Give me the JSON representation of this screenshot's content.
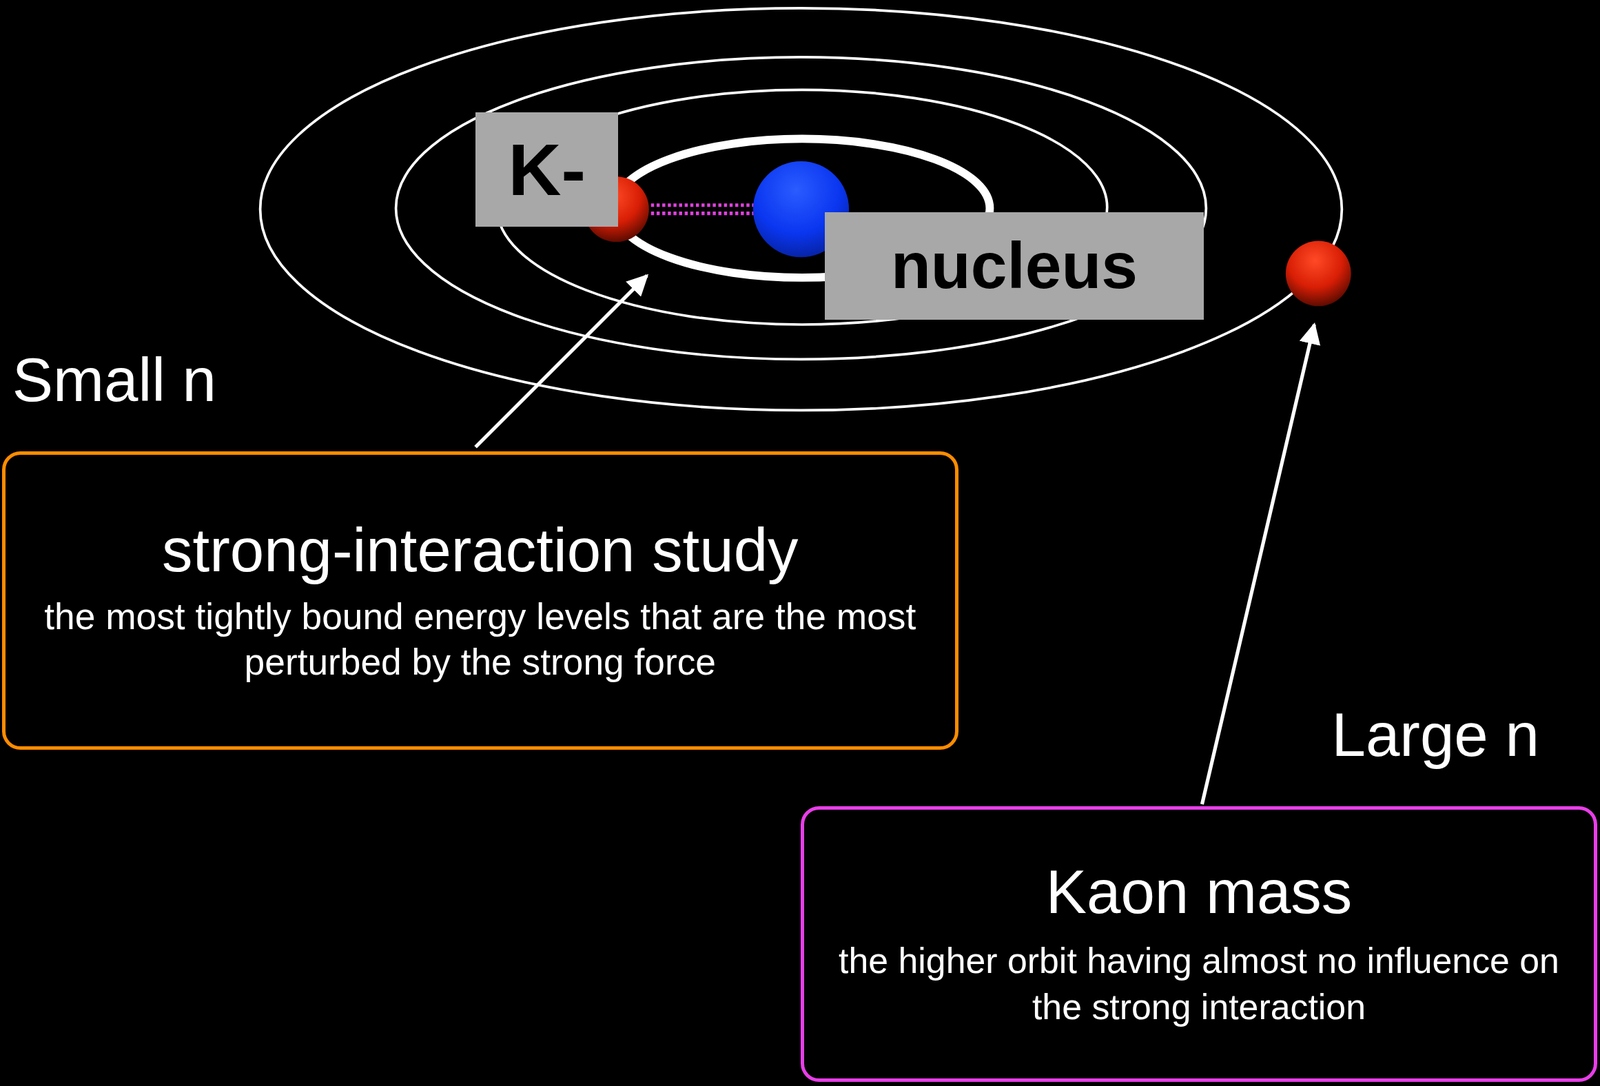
{
  "diagram": {
    "nodes": [
      {
        "text": [
          "K-"
        ]
      },
      {
        "text": [
          "nucleus"
        ]
      },
      {
        "text": [
          "strong-interaction study",
          "the most tightly bound energy levels that are the most perturbed by the strong force"
        ]
      },
      {
        "text": [
          "Kaon mass",
          "the higher orbit having almost no influence on the strong interaction"
        ]
      }
    ],
    "labels": [
      "Small n",
      "Large n"
    ]
  }
}
